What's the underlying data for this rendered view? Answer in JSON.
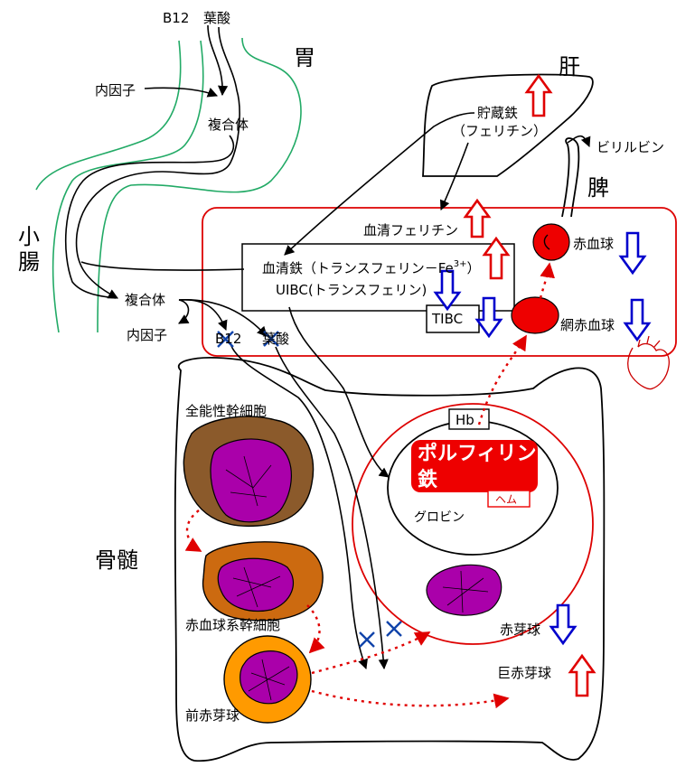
{
  "labels": {
    "b12_top": "B12",
    "folate_top": "葉酸",
    "stomach": "胃",
    "intrinsic_factor_top": "内因子",
    "complex_top": "複合体",
    "small_intestine": "小\n腸",
    "liver": "肝",
    "storage_iron_1": "貯蔵鉄",
    "storage_iron_2": "（フェリチン）",
    "bilirubin": "ビリルビン",
    "spleen": "脾",
    "serum_ferritin": "血清フェリチン",
    "rbc": "赤血球",
    "serum_iron": "血清鉄（トランスフェリン－Fe",
    "fe_sup": "3+",
    "serum_iron_close": "）",
    "uibc": "UIBC(トランスフェリン)",
    "tibc": "TIBC",
    "reticulocyte": "網赤血球",
    "complex_bottom": "複合体",
    "intrinsic_factor_bottom": "内因子",
    "b12_bottom": "B12",
    "folate_bottom": "葉酸",
    "bone_marrow": "骨髄",
    "stem_cell": "全能性幹細胞",
    "erythroid_stem": "赤血球系幹細胞",
    "proerythroblast": "前赤芽球",
    "hb": "Hb",
    "porphyrin_1": "ポルフィリン",
    "porphyrin_2": "鉄",
    "heme": "ヘム",
    "globin": "グロビン",
    "erythroblast": "赤芽球",
    "megaloblast": "巨赤芽球"
  },
  "indicators": {
    "storage_iron": "up",
    "serum_ferritin": "up",
    "serum_iron": "up",
    "uibc": "down",
    "tibc": "down",
    "rbc": "down",
    "reticulocyte": "down",
    "erythroblast": "down",
    "megaloblast": "up"
  },
  "colors": {
    "up_arrow": "#e00000",
    "down_arrow": "#0000cc",
    "intestine_wall": "#22aa66",
    "blood_box": "#dd0000",
    "rbc_fill": "#ee0000",
    "stem_cell": "#8b5a2b",
    "erythroid_stem": "#cc6a10",
    "proerythroblast": "#ff9a00",
    "nucleus": "#aa00aa",
    "cross": "#1144aa"
  },
  "icons": [
    "heart-icon",
    "cross-mark-icon"
  ]
}
